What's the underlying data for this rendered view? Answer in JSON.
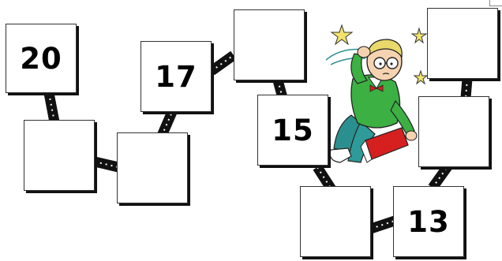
{
  "puzzle": {
    "boxes": [
      {
        "id": "b1",
        "label": "20"
      },
      {
        "id": "b2",
        "label": ""
      },
      {
        "id": "b3",
        "label": ""
      },
      {
        "id": "b4",
        "label": "17"
      },
      {
        "id": "b5",
        "label": ""
      },
      {
        "id": "b6",
        "label": "15"
      },
      {
        "id": "b7",
        "label": ""
      },
      {
        "id": "b8",
        "label": "13"
      },
      {
        "id": "b9",
        "label": ""
      },
      {
        "id": "b10",
        "label": ""
      }
    ]
  },
  "colors": {
    "box_border": "#333333",
    "box_shadow": "#111111",
    "connector": "#111111",
    "shirt": "#3cb043",
    "hair": "#e9d86a",
    "book": "#d62020",
    "pants": "#2c8f8f",
    "stars": "#f2e36b"
  },
  "illustration": {
    "name": "confused-student-clipart"
  }
}
